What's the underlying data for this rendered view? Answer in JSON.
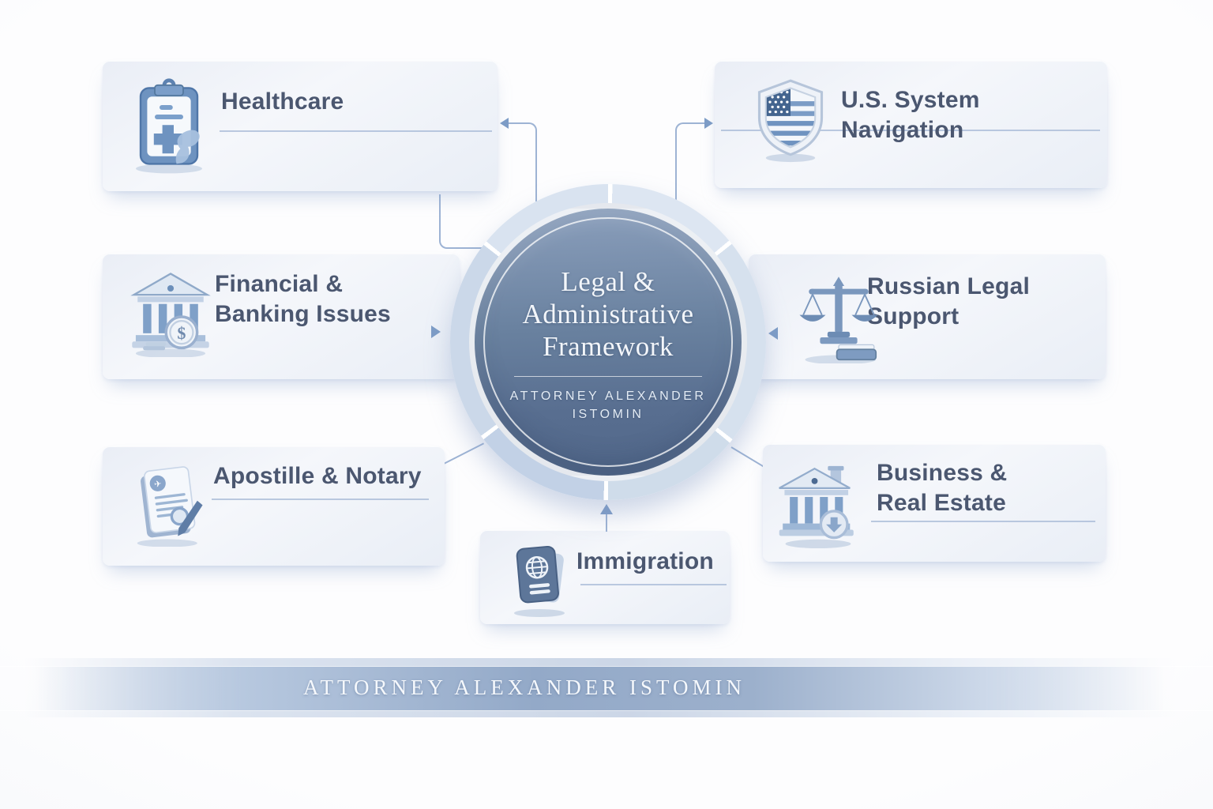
{
  "meta": {
    "title": "Legal & Administrative Framework infographic"
  },
  "colors": {
    "background": "#f7f9fc",
    "card_background": "#eef2f8",
    "card_text": "#4b5770",
    "connector": "#9db3d4",
    "arrowhead": "#7d9cc6",
    "hub_fill_top": "#8b9fbc",
    "hub_fill_bottom": "#516789",
    "hub_ring": "#d6e1ee",
    "banner_blue": "#93a9c8",
    "icon_blue": "#6e93c0"
  },
  "center": {
    "title": "Legal &\nAdministrative\nFramework",
    "subtitle": "ATTORNEY ALEXANDER\nISTOMIN"
  },
  "cards": [
    {
      "label": "Healthcare",
      "icon": "medical-clipboard-icon"
    },
    {
      "label": "U.S. System Navigation",
      "icon": "us-flag-shield-icon"
    },
    {
      "label": "Financial &\nBanking Issues",
      "icon": "bank-coins-icon"
    },
    {
      "label": "Russian Legal Support",
      "icon": "justice-scales-icon"
    },
    {
      "label": "Apostille & Notary",
      "icon": "notary-document-icon"
    },
    {
      "label": "Business &\nReal Estate",
      "icon": "building-badge-icon"
    },
    {
      "label": "Immigration",
      "icon": "passport-globe-icon"
    }
  ],
  "banner": {
    "text": "ATTORNEY ALEXANDER ISTOMIN"
  }
}
